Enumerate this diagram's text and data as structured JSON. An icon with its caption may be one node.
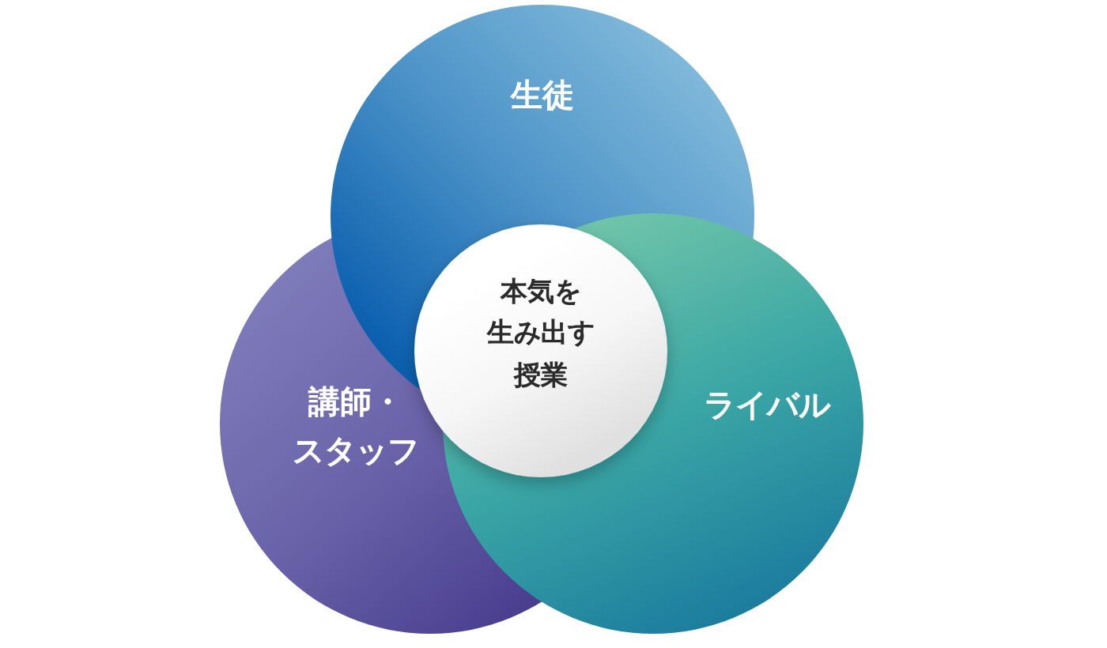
{
  "diagram": {
    "nodes": [
      {
        "text": [
          "生徒"
        ]
      },
      {
        "text": [
          "講師・スタッフ"
        ]
      },
      {
        "text": [
          "ライバル"
        ]
      },
      {
        "text": [
          "本気を生み出す授業"
        ]
      }
    ]
  }
}
